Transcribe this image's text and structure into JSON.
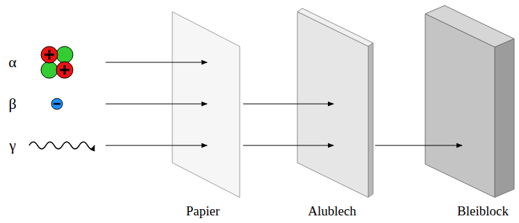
{
  "diagram": {
    "labels": [
      "α",
      "β",
      "γ",
      "Papier",
      "Alublech",
      "Bleiblock"
    ]
  }
}
